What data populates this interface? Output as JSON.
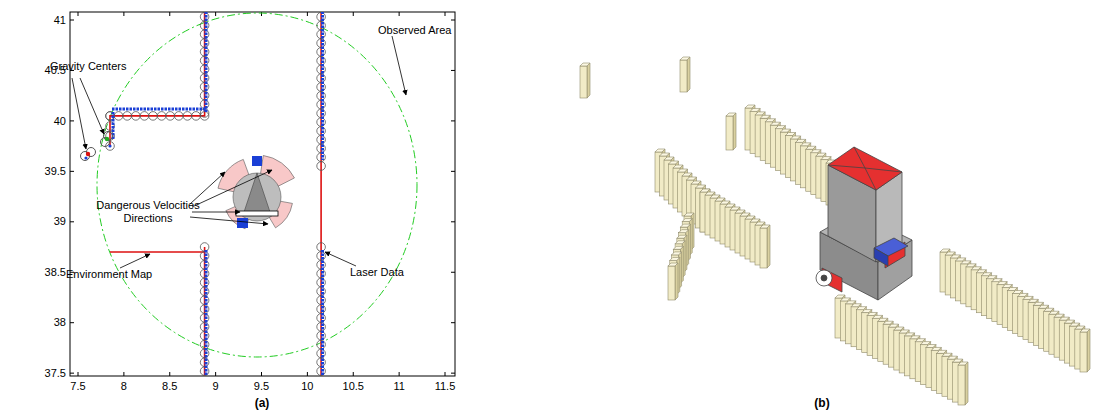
{
  "diagram": {
    "labels": [
      "Gravity Centers",
      "Observed Area",
      "Dangerous Velocities Directions",
      "Environment Map",
      "Laser Data",
      "7.5",
      "8",
      "8.5",
      "9",
      "9.5",
      "10",
      "10.5",
      "11",
      "11.5",
      "37.5",
      "38",
      "38.5",
      "39",
      "39.5",
      "40",
      "40.5",
      "41",
      "(a)",
      "(b)"
    ]
  }
}
